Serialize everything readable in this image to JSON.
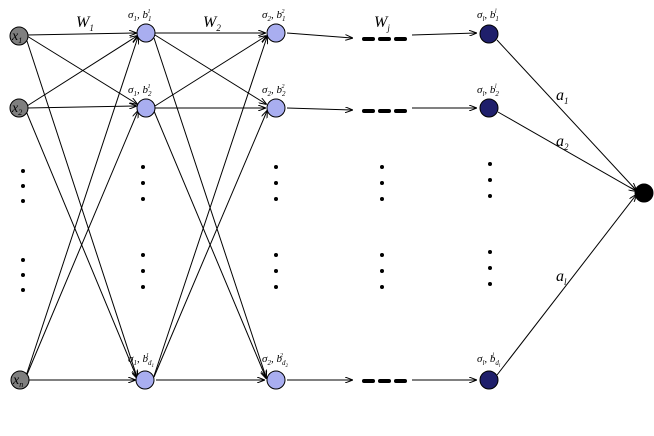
{
  "weights": {
    "w1": {
      "main": "W",
      "sub": "1"
    },
    "w2": {
      "main": "W",
      "sub": "2"
    },
    "wj": {
      "main": "W",
      "sub": "j"
    }
  },
  "input_nodes": [
    {
      "main": "x",
      "sub": "1"
    },
    {
      "main": "x",
      "sub": "2"
    },
    {
      "main": "x",
      "sub": "n"
    }
  ],
  "layer1_nodes": [
    {
      "sigma": "σ",
      "sigma_sub": "1",
      "b": "b",
      "b_sub": "1",
      "b_sup": "1"
    },
    {
      "sigma": "σ",
      "sigma_sub": "1",
      "b": "b",
      "b_sub": "2",
      "b_sup": "1"
    },
    {
      "sigma": "σ",
      "sigma_sub": "1",
      "b": "b",
      "b_sub": "d",
      "b_sub2": "1",
      "b_sup": "1"
    }
  ],
  "layer2_nodes": [
    {
      "sigma": "σ",
      "sigma_sub": "2",
      "b": "b",
      "b_sub": "1",
      "b_sup": "2"
    },
    {
      "sigma": "σ",
      "sigma_sub": "2",
      "b": "b",
      "b_sub": "2",
      "b_sup": "2"
    },
    {
      "sigma": "σ",
      "sigma_sub": "2",
      "b": "b",
      "b_sub": "d",
      "b_sub2": "2",
      "b_sup": "2"
    }
  ],
  "layerl_nodes": [
    {
      "sigma": "σ",
      "sigma_sub": "l",
      "b": "b",
      "b_sub": "1",
      "b_sup": "l"
    },
    {
      "sigma": "σ",
      "sigma_sub": "l",
      "b": "b",
      "b_sub": "2",
      "b_sup": "l"
    },
    {
      "sigma": "σ",
      "sigma_sub": "l",
      "b": "b",
      "b_sub": "d",
      "b_sub2": "l",
      "b_sup": "l"
    }
  ],
  "output_weights": [
    {
      "main": "a",
      "sub": "1"
    },
    {
      "main": "a",
      "sub": "2"
    },
    {
      "main": "a",
      "sub": "l"
    }
  ],
  "colors": {
    "input_fill": "#7f7f7f",
    "layer12_fill": "#a9aef0",
    "layerl_fill": "#1f1f6b",
    "output_fill": "#000000",
    "edge": "#000000"
  }
}
